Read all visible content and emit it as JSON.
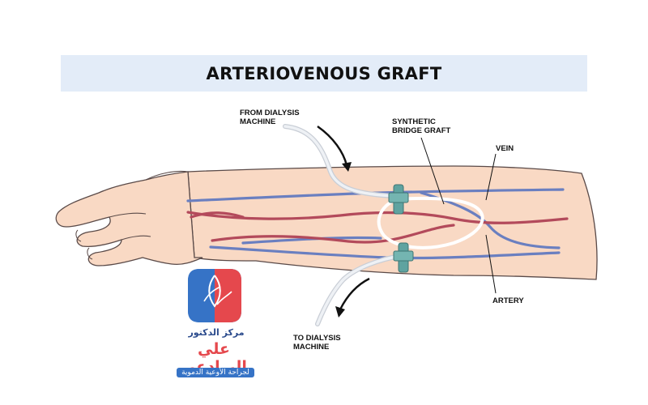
{
  "title": "ARTERIOVENOUS GRAFT",
  "labels": {
    "from_dialysis": "FROM DIALYSIS\nMACHINE",
    "synthetic_graft": "SYNTHETIC\nBRIDGE GRAFT",
    "vein": "VEIN",
    "artery": "ARTERY",
    "to_dialysis": "TO DIALYSIS\nMACHINE"
  },
  "logo": {
    "line1": "مركز الدكتور",
    "line2": "علي البرادعي",
    "line3": "لجراحة الأوعية الدموية"
  },
  "colors": {
    "skin": "#f9d9c4",
    "skin_outline": "#5a4a48",
    "vein": "#6a7fc0",
    "artery": "#b34a5b",
    "tube": "#e4e8ee",
    "clamp": "#5fa3a0",
    "title_bg": "#e3ecf8"
  },
  "icons": [
    "arrow-down-icon",
    "arrow-up-icon",
    "clinic-logo-icon"
  ]
}
